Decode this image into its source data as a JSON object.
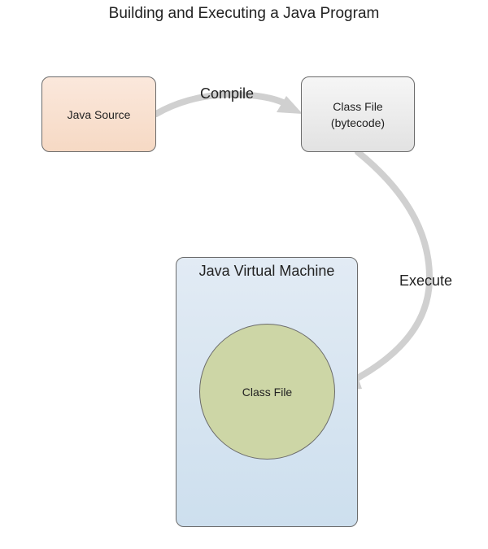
{
  "title": "Building and Executing a Java Program",
  "nodes": {
    "java_source": {
      "label": "Java Source",
      "color": "#f8dfcc"
    },
    "class_file_bytecode": {
      "line1": "Class File",
      "line2": "(bytecode)",
      "color": "#ececec"
    },
    "jvm": {
      "label": "Java Virtual Machine",
      "color": "#d7e4f0"
    },
    "class_file_in_jvm": {
      "label": "Class File",
      "color": "#cdd6a6"
    }
  },
  "edges": {
    "compile": {
      "label": "Compile",
      "from": "Java Source",
      "to": "Class File (bytecode)"
    },
    "execute": {
      "label": "Execute",
      "from": "Class File (bytecode)",
      "to": "Class File"
    }
  },
  "arrow_color": "#d0d0d0"
}
